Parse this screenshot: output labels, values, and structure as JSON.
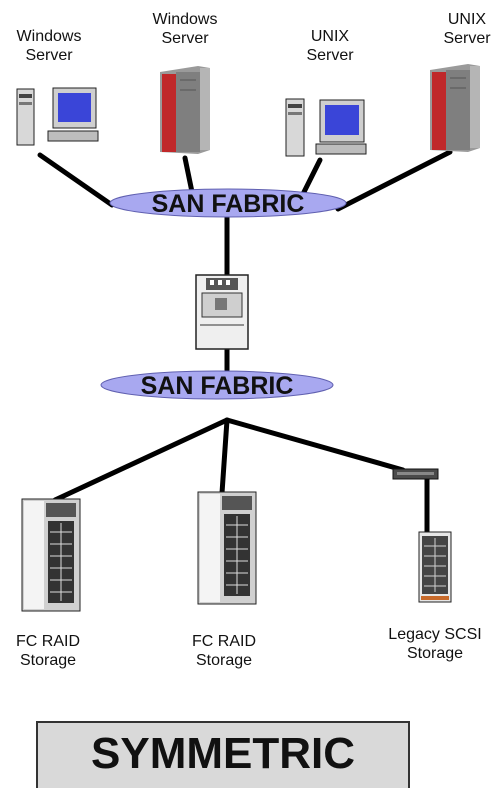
{
  "servers": [
    {
      "name": "Windows Server"
    },
    {
      "name": "Windows Server"
    },
    {
      "name": "UNIX Server"
    },
    {
      "name": "UNIX Server"
    }
  ],
  "fabrics": [
    {
      "label": "SAN FABRIC"
    },
    {
      "label": "SAN FABRIC"
    }
  ],
  "storage": [
    {
      "name": "FC RAID Storage"
    },
    {
      "name": "FC RAID Storage"
    },
    {
      "name": "Legacy SCSI Storage"
    }
  ],
  "banner": {
    "text": "SYMMETRIC"
  },
  "colors": {
    "fabric_fill": "#a8a8f0",
    "server_red": "#c0282a",
    "line": "#000000"
  }
}
